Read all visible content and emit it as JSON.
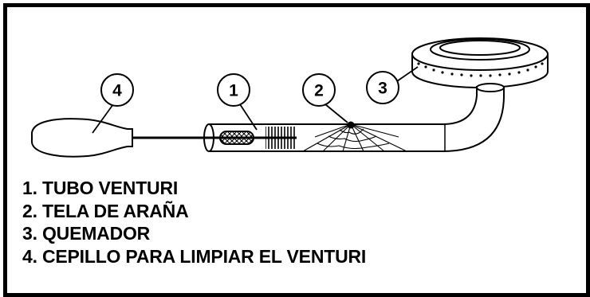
{
  "callouts": {
    "c1": "1",
    "c2": "2",
    "c3": "3",
    "c4": "4"
  },
  "legend": {
    "items": [
      "1. TUBO VENTURI",
      "2. TELA DE ARAÑA",
      "3. QUEMADOR",
      "4. CEPILLO PARA LIMPIAR EL VENTURI"
    ]
  }
}
